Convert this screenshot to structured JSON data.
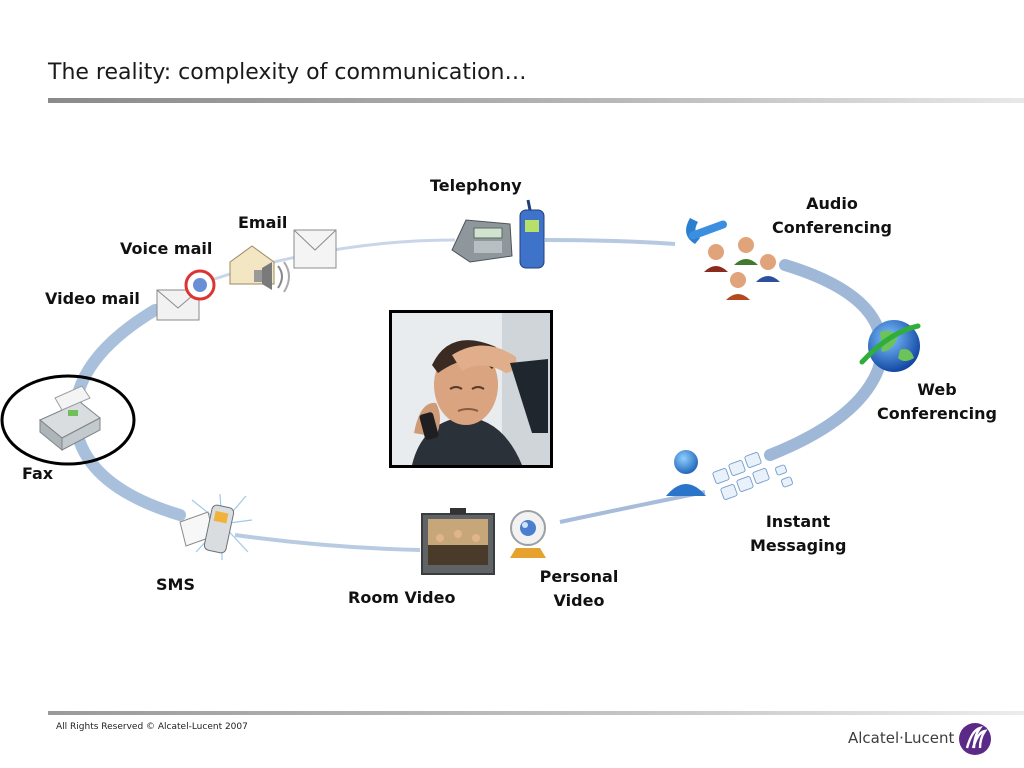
{
  "title": "The reality: complexity of communication…",
  "footer": {
    "copyright": "All Rights Reserved © Alcatel-Lucent 2007",
    "brand": "Alcatel·Lucent"
  },
  "nodes": {
    "telephony": "Telephony",
    "audio_conferencing_line1": "Audio",
    "audio_conferencing_line2": "Conferencing",
    "web_conferencing_line1": "Web",
    "web_conferencing_line2": "Conferencing",
    "instant_messaging_line1": "Instant",
    "instant_messaging_line2": "Messaging",
    "personal_video_line1": "Personal",
    "personal_video_line2": "Video",
    "room_video": "Room Video",
    "sms": "SMS",
    "fax": "Fax",
    "video_mail": "Video mail",
    "voice_mail": "Voice mail",
    "email": "Email"
  },
  "colors": {
    "ring": "#a9c0dc",
    "ring_dark": "#8aa6c8",
    "highlight_circle": "#000000",
    "brand_purple": "#5b2a86"
  }
}
